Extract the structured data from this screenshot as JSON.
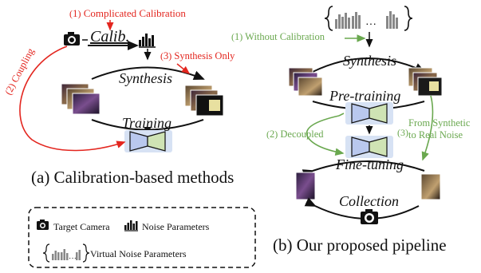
{
  "colors": {
    "red": "#e3261f",
    "green": "#6aa84f",
    "encoder_blue": "#b9c8ee",
    "decoder_green": "#cfe3b4",
    "highlight": "#d7e2f4"
  },
  "left": {
    "step1": "Complicated Calibration",
    "step2": "Coupling",
    "step3": "Synthesis Only",
    "calib": "Calib.",
    "synthesis": "Synthesis",
    "training": "Training",
    "caption": "(a) Calibration-based methods",
    "badge_1": "1",
    "badge_2": "2",
    "badge_3": "3"
  },
  "right": {
    "step1": "Without Calibration",
    "step2": "Decoupled",
    "step3_line1": "From Synthetic",
    "step3_line2": "to Real Noise",
    "synthesis": "Synthesis",
    "pretraining": "Pre-training",
    "finetuning": "Fine-tuning",
    "collection": "Collection",
    "caption": "(b) Our proposed pipeline",
    "badge_1": "1",
    "badge_2": "2",
    "badge_3": "3"
  },
  "legend": {
    "camera": "Target Camera",
    "noise": "Noise Parameters",
    "virtual": "Virtual Noise Parameters"
  },
  "icons": [
    "camera-icon",
    "noise-parameters-icon",
    "virtual-noise-parameters-icon",
    "network-icon",
    "image-stack-icon"
  ]
}
